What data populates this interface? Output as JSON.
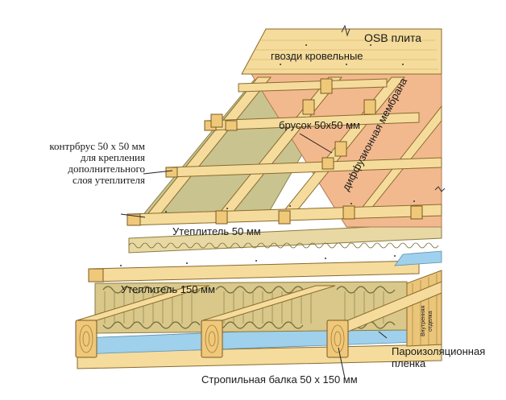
{
  "labels": {
    "osb": "OSB плита",
    "nails": "гвозди кровельные",
    "membrane": "диффузионная мембрана",
    "batten": "брусок 50х50 мм",
    "counter_batten_line1": "контрбрус 50 х 50 мм",
    "counter_batten_line2": "для крепления",
    "counter_batten_line3": "дополнительного",
    "counter_batten_line4": "слоя утеплителя",
    "insulation_50": "Утеплитель 50 мм",
    "insulation_150": "Утеплитель 150 мм",
    "inner_lining_line1": "Внутренняя",
    "inner_lining_line2": "отделка",
    "vapor_line1": "Пароизоляционная",
    "vapor_line2": "пленка",
    "rafter": "Стропильная балка 50 х 150 мм"
  },
  "colors": {
    "wood": "#f5dc9c",
    "membrane": "#f3b98e",
    "insulation_top": "#c9c48f",
    "insulation_lower": "#d9c88a",
    "vapor_barrier": "#9fd0ec",
    "outline": "#8a6a2c"
  }
}
